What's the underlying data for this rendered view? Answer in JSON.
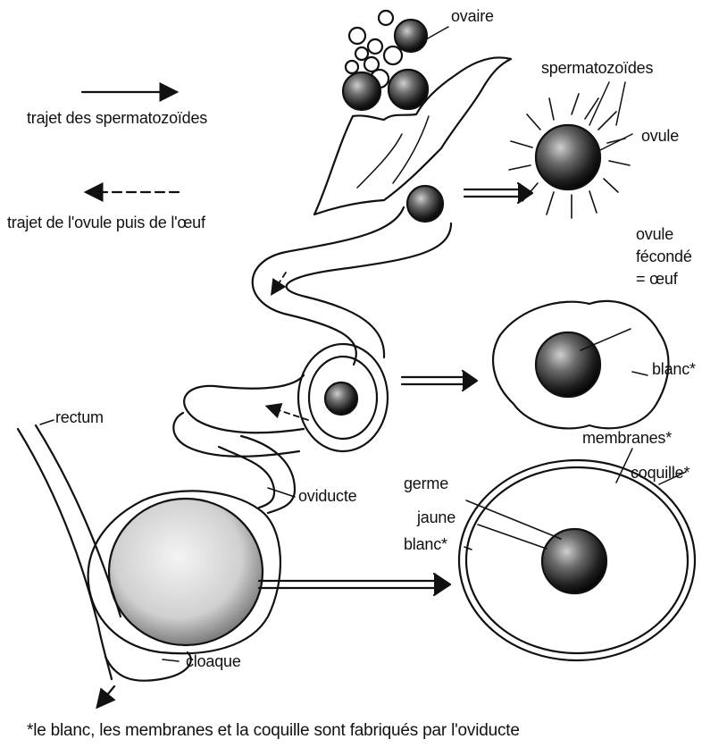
{
  "labels": {
    "ovaire": "ovaire",
    "spermatozoides": "spermatozoïdes",
    "ovule": "ovule",
    "trajet_sperm": "trajet des spermatozoïdes",
    "trajet_ovule": "trajet de l'ovule puis de l'œuf",
    "ovule_feconde_1": "ovule",
    "ovule_feconde_2": "fécondé",
    "ovule_feconde_3": "= œuf",
    "blanc_1": "blanc*",
    "membranes": "membranes*",
    "coquille": "coquille*",
    "germe": "germe",
    "jaune": "jaune",
    "blanc_2": "blanc*",
    "rectum": "rectum",
    "oviducte": "oviducte",
    "cloaque": "cloaque"
  },
  "footnote": "*le blanc, les membranes et la coquille sont fabriqués par l'oviducte",
  "colors": {
    "ink": "#111111",
    "shade": "#2a2a2a",
    "paper": "#ffffff"
  }
}
